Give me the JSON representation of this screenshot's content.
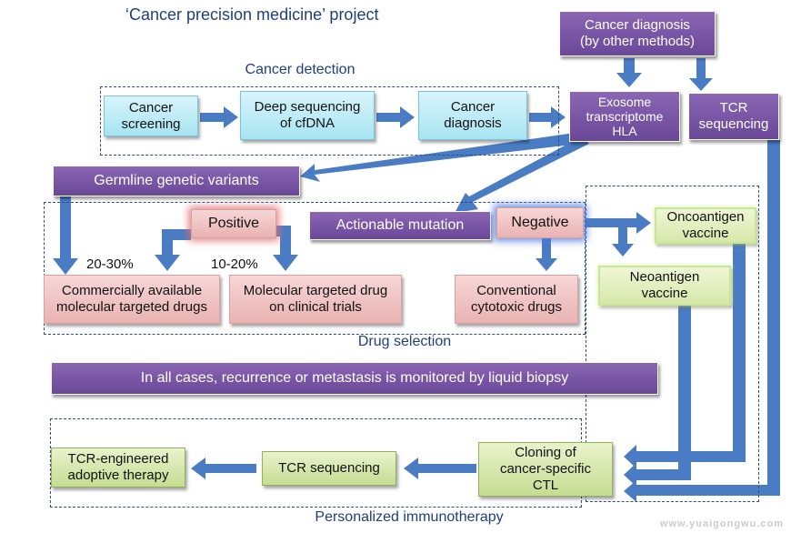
{
  "title": "‘Cancer precision medicine’ project",
  "sections": {
    "detection": "Cancer detection",
    "drug_selection": "Drug selection",
    "immunotherapy": "Personalized immunotherapy"
  },
  "boxes": {
    "cancer_screening": "Cancer\nscreening",
    "deep_sequencing": "Deep sequencing\nof cfDNA",
    "cancer_diagnosis_cyan": "Cancer\ndiagnosis",
    "other_diagnosis": "Cancer diagnosis\n(by other methods)",
    "exosome": "Exosome\ntranscriptome\nHLA",
    "tcr_seq_top": "TCR\nsequencing",
    "germline": "Germline genetic variants",
    "positive": "Positive",
    "actionable": "Actionable mutation",
    "negative": "Negative",
    "commercial_drugs": "Commercially available\nmolecular targeted drugs",
    "trial_drugs": "Molecular targeted drug\non clinical trials",
    "cytotoxic": "Conventional\ncytotoxic drugs",
    "oncoantigen": "Oncoantigen\nvaccine",
    "neoantigen": "Neoantigen\nvaccine",
    "liquid_biopsy": "In all cases, recurrence or metastasis is monitored by liquid biopsy",
    "cloning": "Cloning of\ncancer-specific\nCTL",
    "tcr_seq_bottom": "TCR sequencing",
    "tcr_engineered": "TCR-engineered\nadoptive therapy"
  },
  "percentages": {
    "p1": "20-30%",
    "p2": "10-20%"
  },
  "colors": {
    "arrow": "#4a7cc3",
    "purple": "#6f4d9e",
    "cyan": "#a7e4f2",
    "pink": "#e9b3b3",
    "green": "#c6dc92",
    "section_text": "#1f3f7a"
  },
  "watermark": "www.yuaigongwu.com"
}
